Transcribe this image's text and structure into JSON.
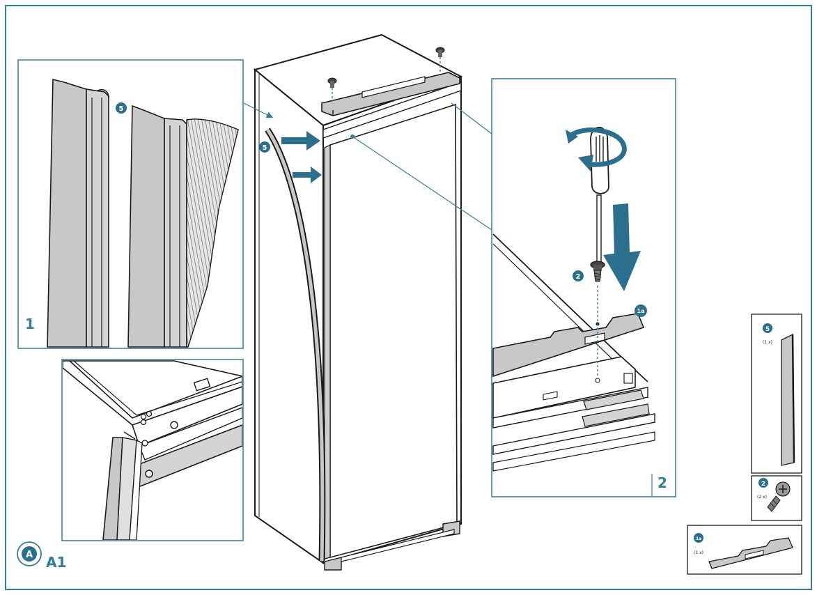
{
  "frame_color": "#2f7f9b",
  "accent_color": "#2b6f8f",
  "line_color": "#1a1a1a",
  "panel_fill": "#c9c9c9",
  "panels": {
    "detail_1_label": "1",
    "detail_2_label": "2"
  },
  "callouts": {
    "gasket": "5",
    "screw": "2",
    "bracket": "1a"
  },
  "parts": {
    "gasket": {
      "callout": "5",
      "qty": "(1 x)"
    },
    "screw": {
      "callout": "2",
      "qty": "(2 x)"
    },
    "bracket": {
      "callout": "1a",
      "qty": "(1 x)"
    }
  },
  "step": {
    "badge": "A",
    "label": "A1"
  },
  "icons": [
    "arrow-right-icon",
    "rotate-icon",
    "arrow-down-icon",
    "screwdriver-icon",
    "screw-icon"
  ]
}
